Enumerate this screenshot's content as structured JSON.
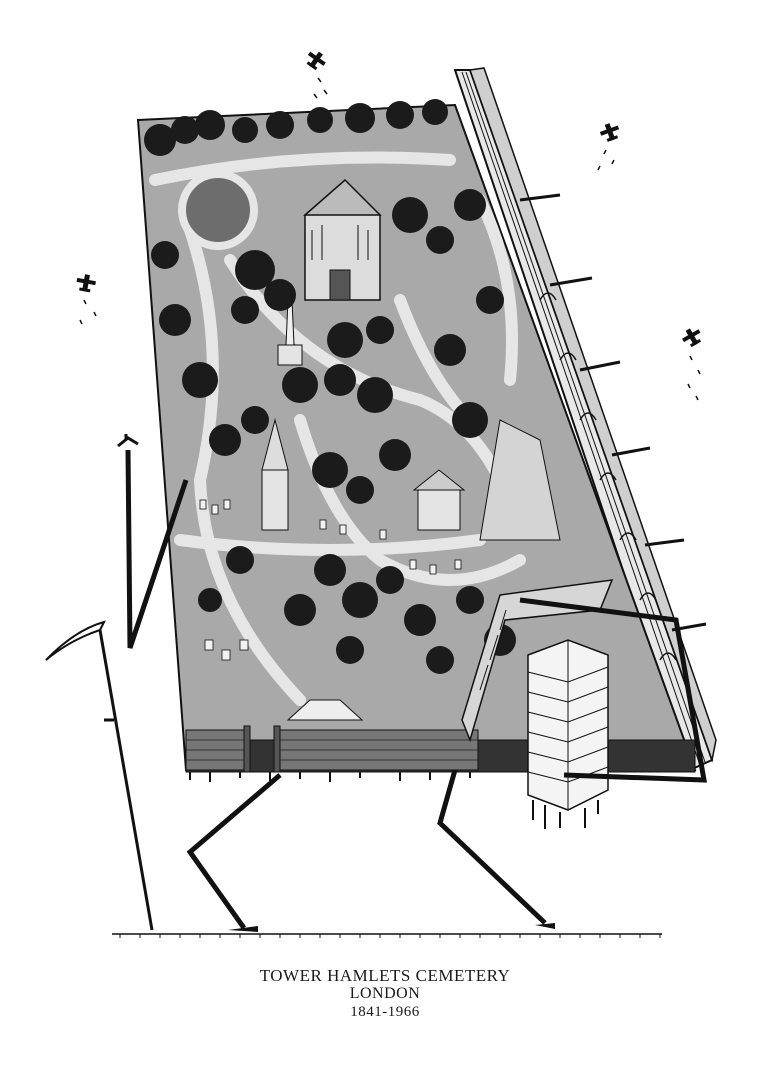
{
  "caption": {
    "title": "TOWER HAMLETS CEMETERY",
    "city": "LONDON",
    "years": "1841-1966"
  },
  "colors": {
    "ink": "#111111",
    "paper": "#ffffff",
    "grey_light": "#bdbdbd",
    "grey_mid": "#8a8a8a",
    "grey_dark": "#444444"
  }
}
